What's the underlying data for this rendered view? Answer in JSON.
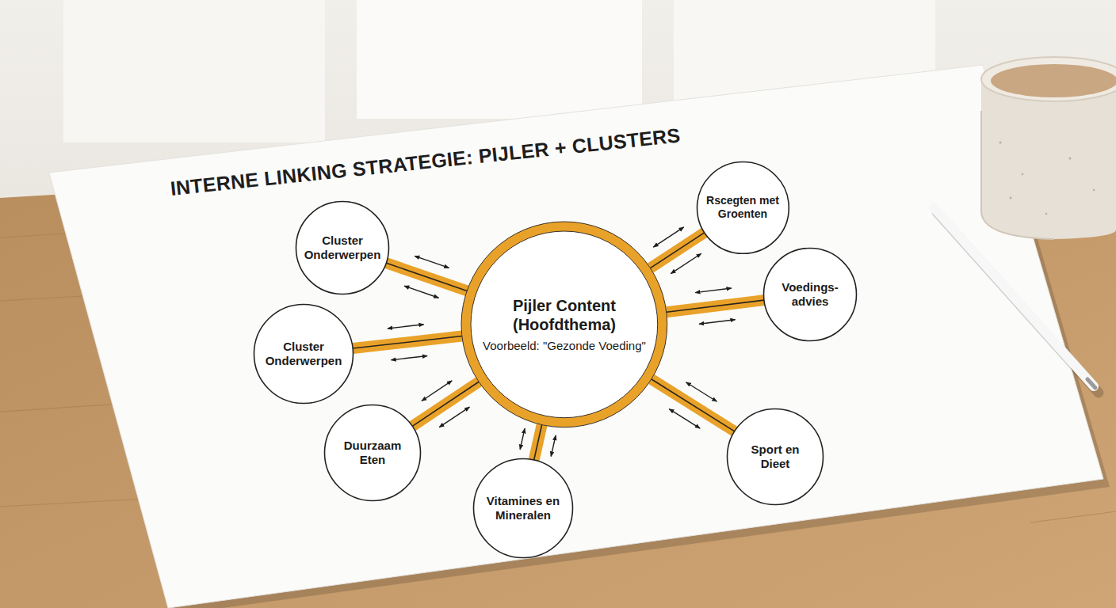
{
  "diagram": {
    "title": "INTERNE LINKING STRATEGIE: PIJLER + CLUSTERS",
    "nodes": [
      {
        "text": [
          "Cluster Onderwerpen"
        ]
      },
      {
        "text": [
          "Rscegten met Groenten"
        ]
      },
      {
        "text": [
          "Pijler Content (Hoofdthema)",
          "Voorbeeld: \"Gezonde Voeding\""
        ]
      },
      {
        "text": [
          "Voedings- advies"
        ]
      },
      {
        "text": [
          "Cluster Onderwerpen"
        ]
      },
      {
        "text": [
          "Duurzaam Eten"
        ]
      },
      {
        "text": [
          "Sport en Dieet"
        ]
      },
      {
        "text": [
          "Vitamines en Mineralen"
        ]
      }
    ],
    "edges": [
      {
        "from": 2,
        "to": 0,
        "arrow": "both"
      },
      {
        "from": 2,
        "to": 1,
        "arrow": "both"
      },
      {
        "from": 2,
        "to": 3,
        "arrow": "both"
      },
      {
        "from": 2,
        "to": 4,
        "arrow": "both"
      },
      {
        "from": 2,
        "to": 5,
        "arrow": "both"
      },
      {
        "from": 2,
        "to": 6,
        "arrow": "both"
      },
      {
        "from": 2,
        "to": 7,
        "arrow": "both"
      }
    ]
  }
}
